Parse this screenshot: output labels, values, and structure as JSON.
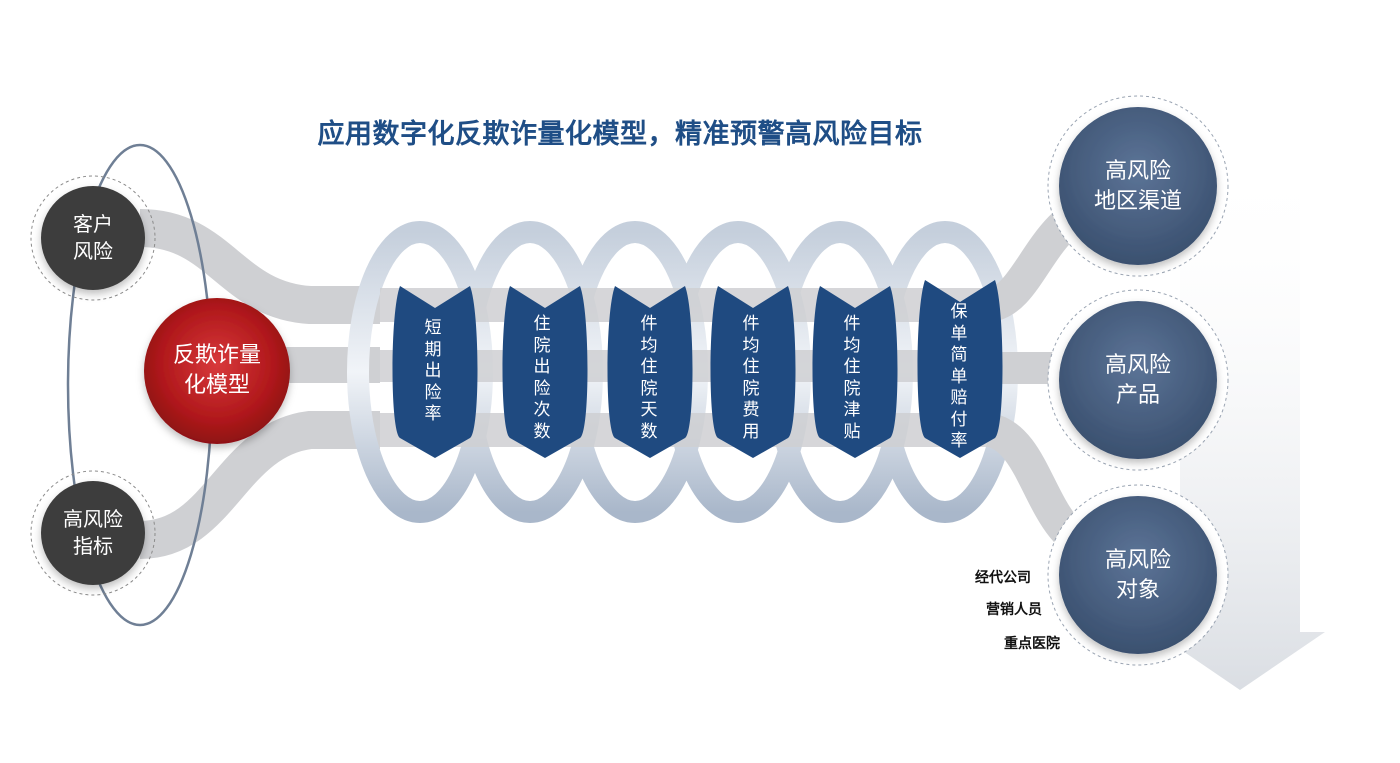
{
  "title": "应用数字化反欺诈量化模型，精准预警高风险目标",
  "inputs": [
    {
      "label": "客户\n风险"
    },
    {
      "label": "高风险\n指标"
    }
  ],
  "model": {
    "label": "反欺诈量\n化模型"
  },
  "filters": [
    {
      "label": "短期出险率"
    },
    {
      "label": "住院出险次数"
    },
    {
      "label": "件均住院天数"
    },
    {
      "label": "件均住院费用"
    },
    {
      "label": "件均住院津贴"
    },
    {
      "label": "保单简单赔付率"
    }
  ],
  "outputs": [
    {
      "label": "高风险\n地区渠道"
    },
    {
      "label": "高风险\n产品"
    },
    {
      "label": "高风险\n对象"
    }
  ],
  "output_targets": [
    "经代公司",
    "营销人员",
    "重点医院"
  ],
  "colors": {
    "title": "#1f4e86",
    "model": "#b0181b",
    "input_node": "#3d3d3d",
    "output_node": "#3f5a7f",
    "ribbon": "#1f4a80",
    "stream": "#cfd0d3"
  }
}
